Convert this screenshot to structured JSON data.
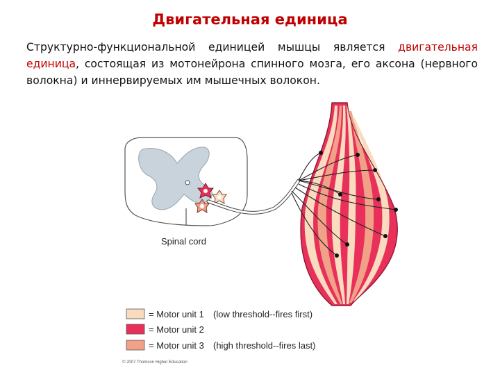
{
  "slide": {
    "title": "Двигательная единица",
    "intro": {
      "part1": "Структурно-функциональной единицей мышцы является ",
      "highlight": "двигательная единица",
      "part2": ", состоящая из мотонейрона спинного мозга, его аксона (нервного волокна) и иннервируемых им мышечных волокон."
    }
  },
  "diagram": {
    "spinal_cord_label": "Spinal cord",
    "legend": [
      {
        "label": "= Motor unit 1",
        "note": "(low threshold--fires first)",
        "color": "#f9dcc0"
      },
      {
        "label": "= Motor unit 2",
        "note": "",
        "color": "#e8305a"
      },
      {
        "label": "= Motor unit 3",
        "note": "(high threshold--fires last)",
        "color": "#f0a187"
      }
    ],
    "copyright": "© 2007 Thomson Higher Education",
    "colors": {
      "unit1": "#f9dcc0",
      "unit2": "#e8305a",
      "unit3": "#f0a187",
      "grey_matter": "#c9d3dc"
    }
  }
}
